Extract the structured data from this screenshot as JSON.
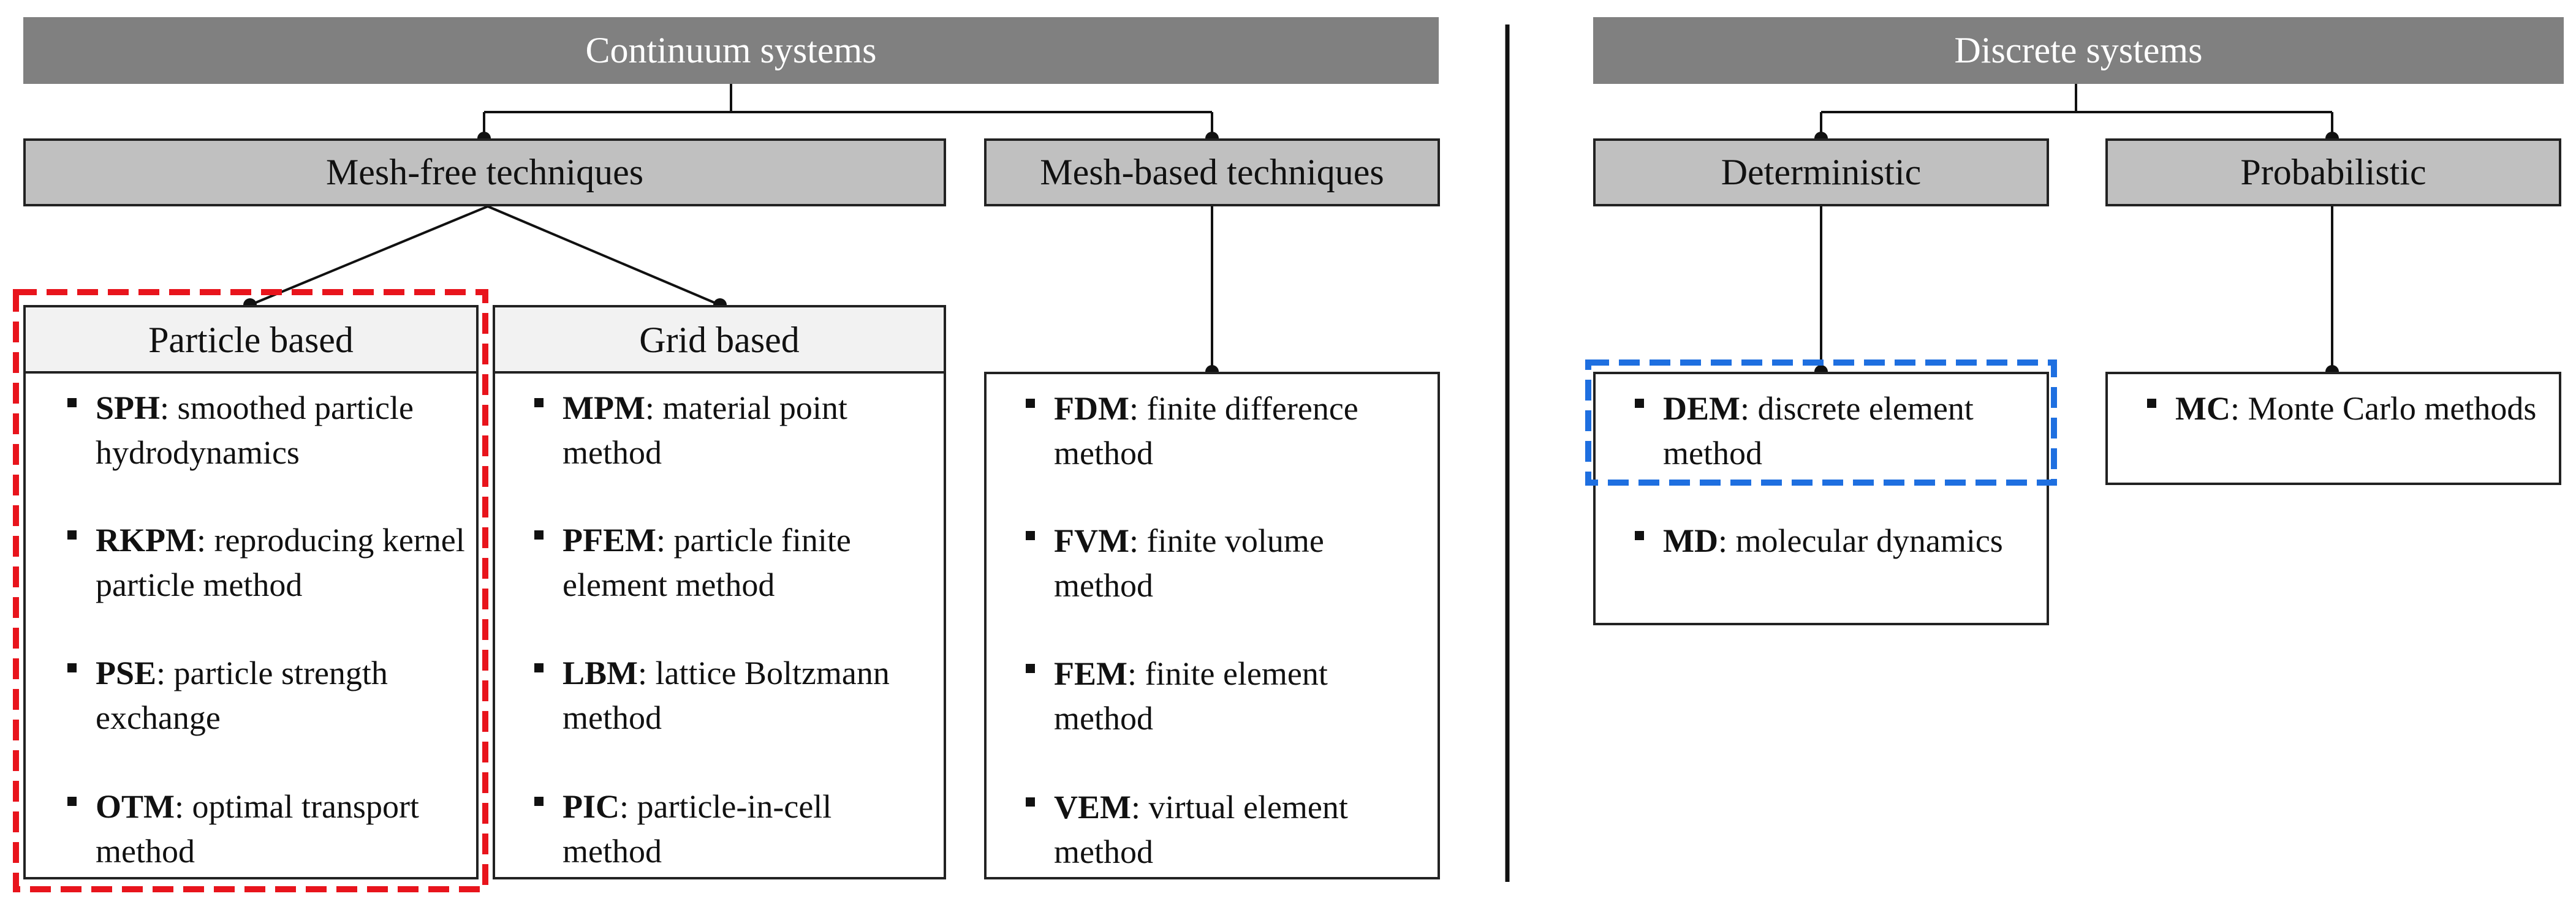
{
  "continuum": {
    "title": "Continuum systems",
    "meshfree": {
      "title": "Mesh-free techniques",
      "particle": {
        "title": "Particle based",
        "items": [
          {
            "abbr": "SPH",
            "desc": ": smoothed particle hydrodynamics"
          },
          {
            "abbr": "RKPM",
            "desc": ": reproducing kernel particle method"
          },
          {
            "abbr": "PSE",
            "desc": ": particle strength exchange"
          },
          {
            "abbr": "OTM",
            "desc": ": optimal transport method"
          }
        ]
      },
      "grid": {
        "title": "Grid based",
        "items": [
          {
            "abbr": "MPM",
            "desc": ": material point method"
          },
          {
            "abbr": "PFEM",
            "desc": ": particle finite element method"
          },
          {
            "abbr": "LBM",
            "desc": ": lattice Boltzmann method"
          },
          {
            "abbr": "PIC",
            "desc": ": particle-in-cell method"
          }
        ]
      }
    },
    "meshbased": {
      "title": "Mesh-based techniques",
      "items": [
        {
          "abbr": "FDM",
          "desc": ": finite difference method"
        },
        {
          "abbr": "FVM",
          "desc": ": finite volume method"
        },
        {
          "abbr": "FEM",
          "desc": ": finite element method"
        },
        {
          "abbr": "VEM",
          "desc": ": virtual element method"
        }
      ]
    }
  },
  "discrete": {
    "title": "Discrete systems",
    "deterministic": {
      "title": "Deterministic",
      "items": [
        {
          "abbr": "DEM",
          "desc": ": discrete element method"
        },
        {
          "abbr": "MD",
          "desc": ": molecular dynamics"
        }
      ]
    },
    "probabilistic": {
      "title": "Probabilistic",
      "items": [
        {
          "abbr": "MC",
          "desc": ": Monte Carlo methods"
        }
      ]
    }
  },
  "colors": {
    "header_bg": "#808080",
    "category_bg": "#c0c0c0",
    "subcategory_bg": "#f2f2f2",
    "highlight_red": "#e8141c",
    "highlight_blue": "#1e6fe0"
  }
}
